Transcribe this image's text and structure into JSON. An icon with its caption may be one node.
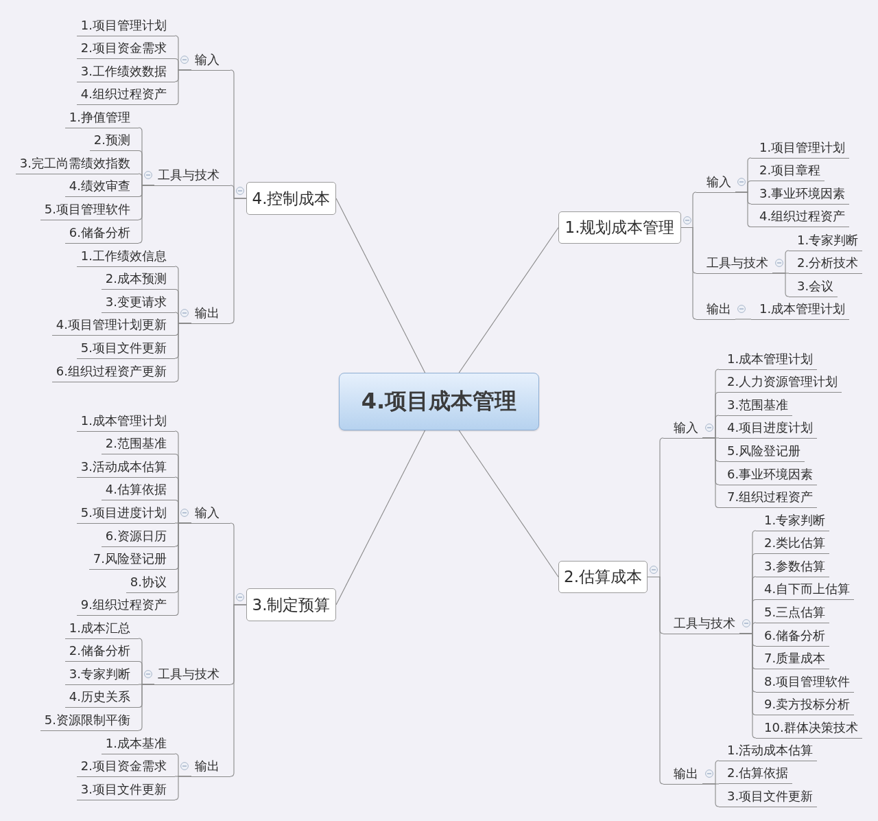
{
  "diagram": {
    "nodes": [
      {
        "text": [
          "4.项目成本管理"
        ]
      },
      {
        "text": [
          "1.规划成本管理"
        ]
      },
      {
        "text": [
          "输入"
        ]
      },
      {
        "text": [
          "1.项目管理计划"
        ]
      },
      {
        "text": [
          "2.项目章程"
        ]
      },
      {
        "text": [
          "3.事业环境因素"
        ]
      },
      {
        "text": [
          "4.组织过程资产"
        ]
      },
      {
        "text": [
          "工具与技术"
        ]
      },
      {
        "text": [
          "1.专家判断"
        ]
      },
      {
        "text": [
          "2.分析技术"
        ]
      },
      {
        "text": [
          "3.会议"
        ]
      },
      {
        "text": [
          "输出"
        ]
      },
      {
        "text": [
          "1.成本管理计划"
        ]
      },
      {
        "text": [
          "2.估算成本"
        ]
      },
      {
        "text": [
          "输入"
        ]
      },
      {
        "text": [
          "1.成本管理计划"
        ]
      },
      {
        "text": [
          "2.人力资源管理计划"
        ]
      },
      {
        "text": [
          "3.范围基准"
        ]
      },
      {
        "text": [
          "4.项目进度计划"
        ]
      },
      {
        "text": [
          "5.风险登记册"
        ]
      },
      {
        "text": [
          "6.事业环境因素"
        ]
      },
      {
        "text": [
          "7.组织过程资产"
        ]
      },
      {
        "text": [
          "工具与技术"
        ]
      },
      {
        "text": [
          "1.专家判断"
        ]
      },
      {
        "text": [
          "2.类比估算"
        ]
      },
      {
        "text": [
          "3.参数估算"
        ]
      },
      {
        "text": [
          "4.自下而上估算"
        ]
      },
      {
        "text": [
          "5.三点估算"
        ]
      },
      {
        "text": [
          "6.储备分析"
        ]
      },
      {
        "text": [
          "7.质量成本"
        ]
      },
      {
        "text": [
          "8.项目管理软件"
        ]
      },
      {
        "text": [
          "9.卖方投标分析"
        ]
      },
      {
        "text": [
          "10.群体决策技术"
        ]
      },
      {
        "text": [
          "输出"
        ]
      },
      {
        "text": [
          "1.活动成本估算"
        ]
      },
      {
        "text": [
          "2.估算依据"
        ]
      },
      {
        "text": [
          "3.项目文件更新"
        ]
      },
      {
        "text": [
          "3.制定预算"
        ]
      },
      {
        "text": [
          "输入"
        ]
      },
      {
        "text": [
          "1.成本管理计划"
        ]
      },
      {
        "text": [
          "2.范围基准"
        ]
      },
      {
        "text": [
          "3.活动成本估算"
        ]
      },
      {
        "text": [
          "4.估算依据"
        ]
      },
      {
        "text": [
          "5.项目进度计划"
        ]
      },
      {
        "text": [
          "6.资源日历"
        ]
      },
      {
        "text": [
          "7.风险登记册"
        ]
      },
      {
        "text": [
          "8.协议"
        ]
      },
      {
        "text": [
          "9.组织过程资产"
        ]
      },
      {
        "text": [
          "工具与技术"
        ]
      },
      {
        "text": [
          "1.成本汇总"
        ]
      },
      {
        "text": [
          "2.储备分析"
        ]
      },
      {
        "text": [
          "3.专家判断"
        ]
      },
      {
        "text": [
          "4.历史关系"
        ]
      },
      {
        "text": [
          "5.资源限制平衡"
        ]
      },
      {
        "text": [
          "输出"
        ]
      },
      {
        "text": [
          "1.成本基准"
        ]
      },
      {
        "text": [
          "2.项目资金需求"
        ]
      },
      {
        "text": [
          "3.项目文件更新"
        ]
      },
      {
        "text": [
          "4.控制成本"
        ]
      },
      {
        "text": [
          "输入"
        ]
      },
      {
        "text": [
          "1.项目管理计划"
        ]
      },
      {
        "text": [
          "2.项目资金需求"
        ]
      },
      {
        "text": [
          "3.工作绩效数据"
        ]
      },
      {
        "text": [
          "4.组织过程资产"
        ]
      },
      {
        "text": [
          "工具与技术"
        ]
      },
      {
        "text": [
          "1.挣值管理"
        ]
      },
      {
        "text": [
          "2.预测"
        ]
      },
      {
        "text": [
          "3.完工尚需绩效指数"
        ]
      },
      {
        "text": [
          "4.绩效审查"
        ]
      },
      {
        "text": [
          "5.项目管理软件"
        ]
      },
      {
        "text": [
          "6.储备分析"
        ]
      },
      {
        "text": [
          "输出"
        ]
      },
      {
        "text": [
          "1.工作绩效信息"
        ]
      },
      {
        "text": [
          "2.成本预测"
        ]
      },
      {
        "text": [
          "3.变更请求"
        ]
      },
      {
        "text": [
          "4.项目管理计划更新"
        ]
      },
      {
        "text": [
          "5.项目文件更新"
        ]
      },
      {
        "text": [
          "6.组织过程资产更新"
        ]
      }
    ],
    "edges": [
      {
        "from": 0,
        "to": 1,
        "arrow": "none"
      },
      {
        "from": 0,
        "to": 13,
        "arrow": "none"
      },
      {
        "from": 0,
        "to": 37,
        "arrow": "none"
      },
      {
        "from": 0,
        "to": 58,
        "arrow": "none"
      },
      {
        "from": 1,
        "to": 2,
        "arrow": "none"
      },
      {
        "from": 2,
        "to": 3,
        "arrow": "none"
      },
      {
        "from": 2,
        "to": 4,
        "arrow": "none"
      },
      {
        "from": 2,
        "to": 5,
        "arrow": "none"
      },
      {
        "from": 2,
        "to": 6,
        "arrow": "none"
      },
      {
        "from": 1,
        "to": 7,
        "arrow": "none"
      },
      {
        "from": 7,
        "to": 8,
        "arrow": "none"
      },
      {
        "from": 7,
        "to": 9,
        "arrow": "none"
      },
      {
        "from": 7,
        "to": 10,
        "arrow": "none"
      },
      {
        "from": 1,
        "to": 11,
        "arrow": "none"
      },
      {
        "from": 11,
        "to": 12,
        "arrow": "none"
      },
      {
        "from": 13,
        "to": 14,
        "arrow": "none"
      },
      {
        "from": 14,
        "to": 15,
        "arrow": "none"
      },
      {
        "from": 14,
        "to": 16,
        "arrow": "none"
      },
      {
        "from": 14,
        "to": 17,
        "arrow": "none"
      },
      {
        "from": 14,
        "to": 18,
        "arrow": "none"
      },
      {
        "from": 14,
        "to": 19,
        "arrow": "none"
      },
      {
        "from": 14,
        "to": 20,
        "arrow": "none"
      },
      {
        "from": 14,
        "to": 21,
        "arrow": "none"
      },
      {
        "from": 13,
        "to": 22,
        "arrow": "none"
      },
      {
        "from": 22,
        "to": 23,
        "arrow": "none"
      },
      {
        "from": 22,
        "to": 24,
        "arrow": "none"
      },
      {
        "from": 22,
        "to": 25,
        "arrow": "none"
      },
      {
        "from": 22,
        "to": 26,
        "arrow": "none"
      },
      {
        "from": 22,
        "to": 27,
        "arrow": "none"
      },
      {
        "from": 22,
        "to": 28,
        "arrow": "none"
      },
      {
        "from": 22,
        "to": 29,
        "arrow": "none"
      },
      {
        "from": 22,
        "to": 30,
        "arrow": "none"
      },
      {
        "from": 22,
        "to": 31,
        "arrow": "none"
      },
      {
        "from": 22,
        "to": 32,
        "arrow": "none"
      },
      {
        "from": 13,
        "to": 33,
        "arrow": "none"
      },
      {
        "from": 33,
        "to": 34,
        "arrow": "none"
      },
      {
        "from": 33,
        "to": 35,
        "arrow": "none"
      },
      {
        "from": 33,
        "to": 36,
        "arrow": "none"
      },
      {
        "from": 37,
        "to": 38,
        "arrow": "none"
      },
      {
        "from": 38,
        "to": 39,
        "arrow": "none"
      },
      {
        "from": 38,
        "to": 40,
        "arrow": "none"
      },
      {
        "from": 38,
        "to": 41,
        "arrow": "none"
      },
      {
        "from": 38,
        "to": 42,
        "arrow": "none"
      },
      {
        "from": 38,
        "to": 43,
        "arrow": "none"
      },
      {
        "from": 38,
        "to": 44,
        "arrow": "none"
      },
      {
        "from": 38,
        "to": 45,
        "arrow": "none"
      },
      {
        "from": 38,
        "to": 46,
        "arrow": "none"
      },
      {
        "from": 38,
        "to": 47,
        "arrow": "none"
      },
      {
        "from": 37,
        "to": 48,
        "arrow": "none"
      },
      {
        "from": 48,
        "to": 49,
        "arrow": "none"
      },
      {
        "from": 48,
        "to": 50,
        "arrow": "none"
      },
      {
        "from": 48,
        "to": 51,
        "arrow": "none"
      },
      {
        "from": 48,
        "to": 52,
        "arrow": "none"
      },
      {
        "from": 48,
        "to": 53,
        "arrow": "none"
      },
      {
        "from": 37,
        "to": 54,
        "arrow": "none"
      },
      {
        "from": 54,
        "to": 55,
        "arrow": "none"
      },
      {
        "from": 54,
        "to": 56,
        "arrow": "none"
      },
      {
        "from": 54,
        "to": 57,
        "arrow": "none"
      },
      {
        "from": 58,
        "to": 59,
        "arrow": "none"
      },
      {
        "from": 59,
        "to": 60,
        "arrow": "none"
      },
      {
        "from": 59,
        "to": 61,
        "arrow": "none"
      },
      {
        "from": 59,
        "to": 62,
        "arrow": "none"
      },
      {
        "from": 59,
        "to": 63,
        "arrow": "none"
      },
      {
        "from": 58,
        "to": 64,
        "arrow": "none"
      },
      {
        "from": 64,
        "to": 65,
        "arrow": "none"
      },
      {
        "from": 64,
        "to": 66,
        "arrow": "none"
      },
      {
        "from": 64,
        "to": 67,
        "arrow": "none"
      },
      {
        "from": 64,
        "to": 68,
        "arrow": "none"
      },
      {
        "from": 64,
        "to": 69,
        "arrow": "none"
      },
      {
        "from": 64,
        "to": 70,
        "arrow": "none"
      },
      {
        "from": 58,
        "to": 71,
        "arrow": "none"
      },
      {
        "from": 71,
        "to": 72,
        "arrow": "none"
      },
      {
        "from": 71,
        "to": 73,
        "arrow": "none"
      },
      {
        "from": 71,
        "to": 74,
        "arrow": "none"
      },
      {
        "from": 71,
        "to": 75,
        "arrow": "none"
      },
      {
        "from": 71,
        "to": 76,
        "arrow": "none"
      },
      {
        "from": 71,
        "to": 77,
        "arrow": "none"
      }
    ]
  }
}
